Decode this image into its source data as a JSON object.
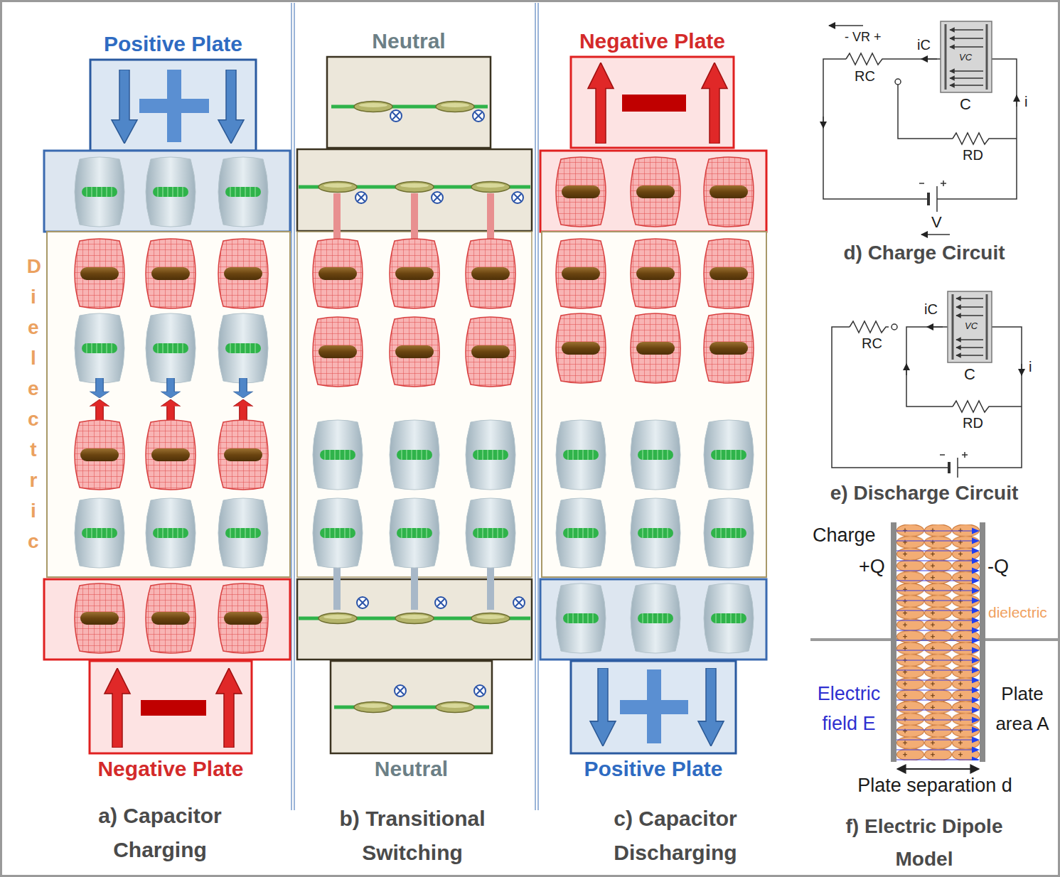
{
  "diagram": {
    "nodes": [
      {
        "text": [
          "Positive Plate"
        ]
      },
      {
        "text": [
          "Dielectric"
        ]
      },
      {
        "text": [
          "Negative Plate"
        ]
      },
      {
        "text": [
          "Neutral"
        ]
      },
      {
        "text": [
          "Neutral"
        ]
      },
      {
        "text": [
          "Negative Plate"
        ]
      },
      {
        "text": [
          "Positive Plate"
        ]
      }
    ],
    "labels": [
      "a) Capacitor Charging",
      "b) Transitional Switching",
      "c) Capacitor Discharging",
      "- VR +",
      "iC",
      "RC",
      "VC",
      "C",
      "i",
      "RD",
      "V",
      "d) Charge Circuit",
      "RC",
      "iC",
      "VC",
      "C",
      "i",
      "RD",
      "e) Discharge Circuit",
      "Charge",
      "+Q",
      "-Q",
      "dielectric",
      "Electric field E",
      "Plate area A",
      "Plate separation d",
      "f) Electric Dipole Model"
    ]
  }
}
